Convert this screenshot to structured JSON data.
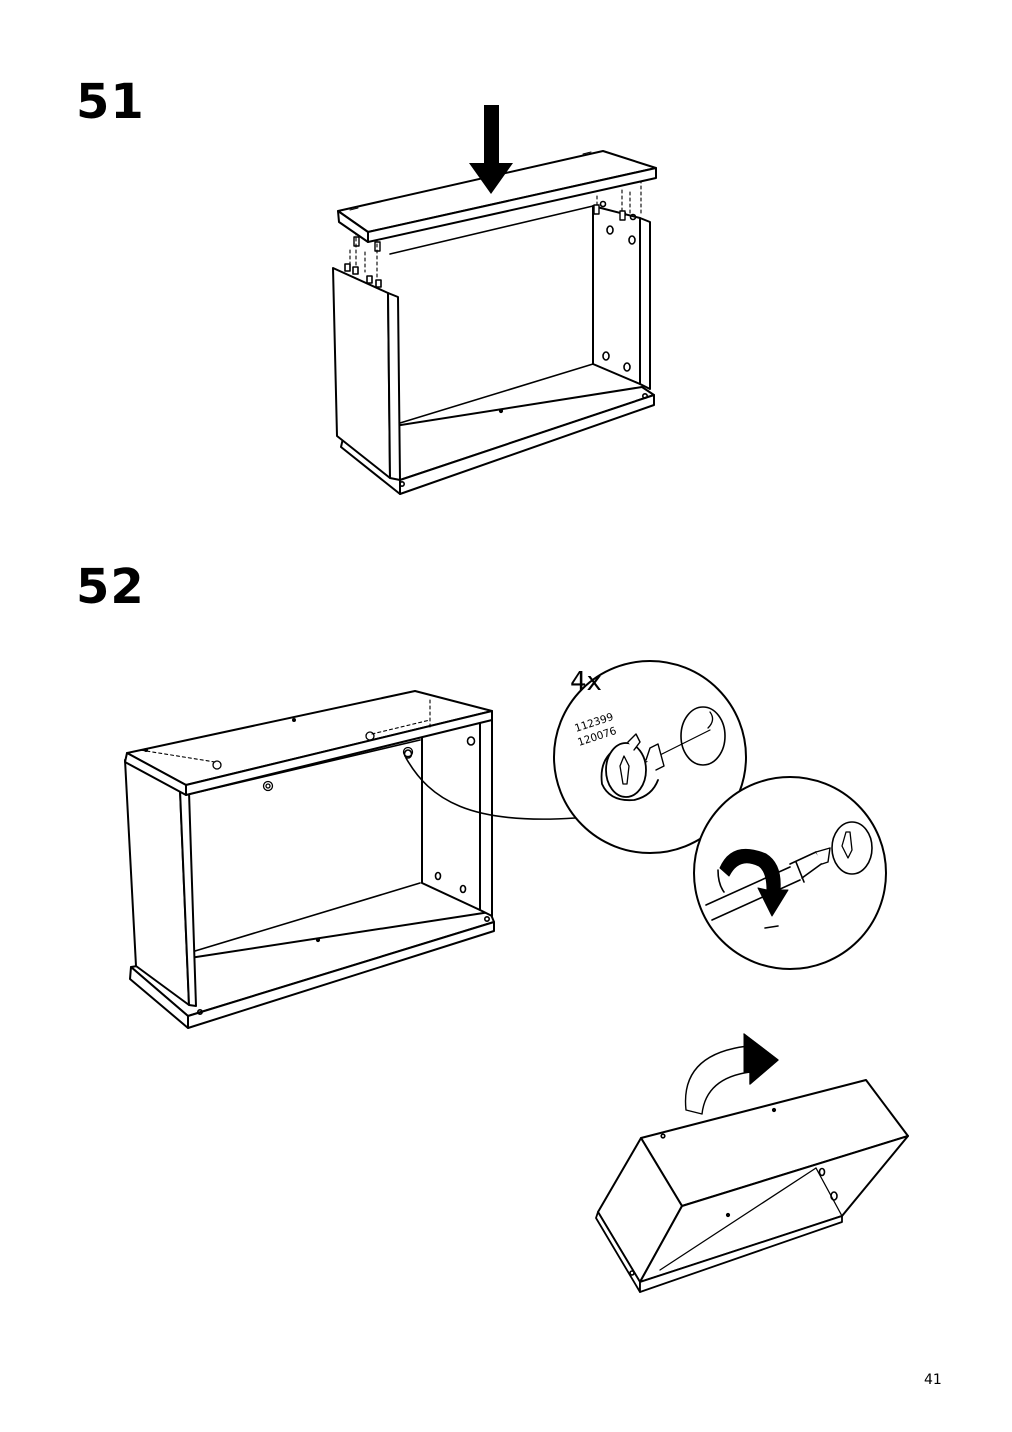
{
  "steps": [
    {
      "number": "51"
    },
    {
      "number": "52",
      "fitting": {
        "quantity": "4x",
        "part_numbers": [
          "112399",
          "120076"
        ]
      }
    }
  ],
  "page_number": "41",
  "icons": [
    "down-arrow-icon",
    "rotate-clockwise-arrow-icon",
    "flip-arrow-icon"
  ]
}
